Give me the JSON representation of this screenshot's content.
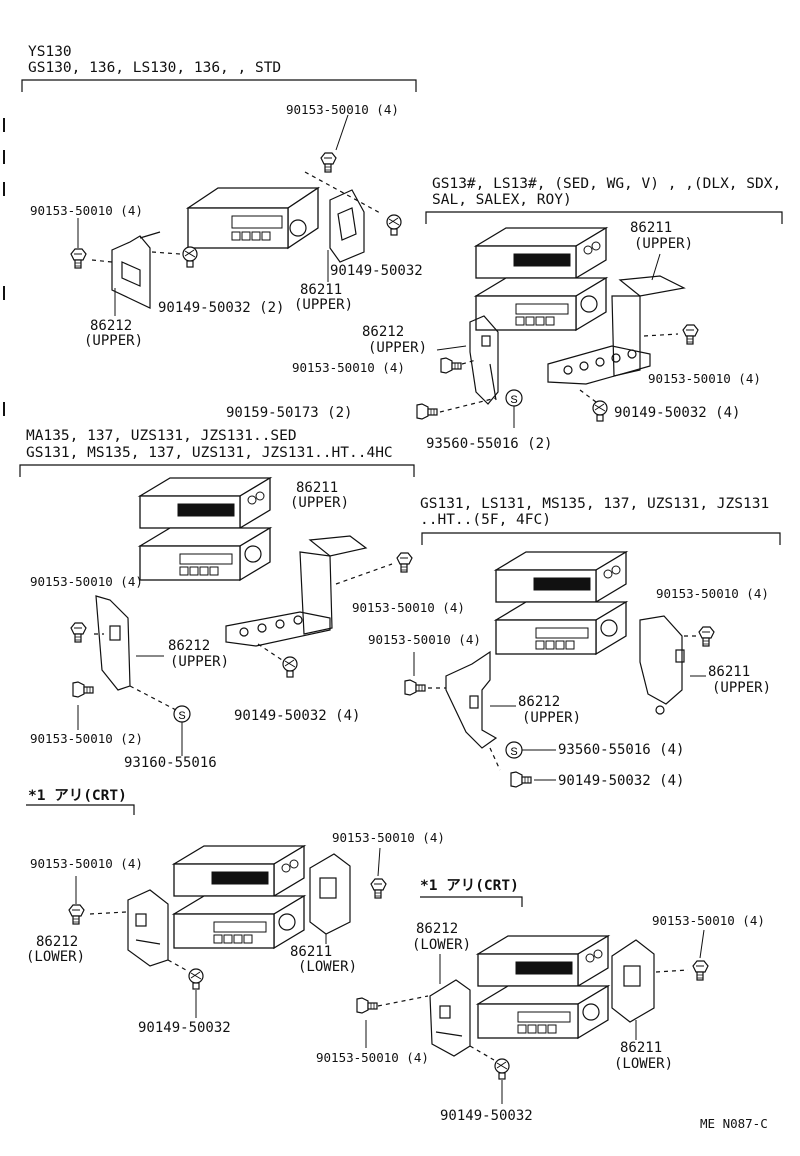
{
  "sections": {
    "ys130": {
      "line1": "YS130",
      "line2": "GS130, 136, LS130, 136, , STD"
    },
    "gs13x": {
      "line1": "GS13#, LS13#,  (SED, WG, V) , ,(DLX, SDX,",
      "line2": "SAL, SALEX, ROY)"
    },
    "ma135": {
      "line1": "MA135, 137, UZS131, JZS131..SED",
      "line2": "GS131, MS135, 137, UZS131, JZS131..HT..4HC"
    },
    "gs131": {
      "line1": "GS131, LS131, MS135, 137, UZS131, JZS131",
      "line2": "..HT..(5F, 4FC)"
    },
    "crt_left": {
      "line1": "*1 アリ(CRT)"
    },
    "crt_right": {
      "line1": "*1 アリ(CRT)"
    }
  },
  "labels": {
    "a1": "90153-50010 (4)",
    "a2": "90153-50010 (4)",
    "a3": "90149-50032 (2)",
    "a4": "86212",
    "a5": "(UPPER)",
    "a6": "86211",
    "a7": "(UPPER)",
    "a8": "90149-50032",
    "b1": "86211",
    "b2": "(UPPER)",
    "b3": "86212",
    "b4": "(UPPER)",
    "b5": "90153-50010 (4)",
    "b6": "90153-50010 (4)",
    "b7": "90159-50173 (2)",
    "b8": "90149-50032 (4)",
    "b9": "93560-55016 (2)",
    "c1": "86211",
    "c2": "(UPPER)",
    "c3": "90153-50010 (4)",
    "c4": "90153-50010 (4)",
    "c5": "86212",
    "c6": "(UPPER)",
    "c7": "90153-50010 (2)",
    "c8": "90149-50032 (4)",
    "c9": "93160-55016",
    "d1": "90153-50010 (4)",
    "d2": "90153-50010 (4)",
    "d3": "86211",
    "d4": "(UPPER)",
    "d5": "86212",
    "d6": "(UPPER)",
    "d7": "93560-55016 (4)",
    "d8": "90149-50032 (4)",
    "e1": "90153-50010 (4)",
    "e2": "90153-50010 (4)",
    "e3": "86212",
    "e4": "(LOWER)",
    "e5": "86211",
    "e6": "(LOWER)",
    "e7": "90149-50032",
    "f1": "86212",
    "f2": "(LOWER)",
    "f3": "90153-50010 (4)",
    "f4": "90153-50010 (4)",
    "f5": "86211",
    "f6": "(LOWER)",
    "f7": "90149-50032",
    "code": "ME  N087-C"
  }
}
